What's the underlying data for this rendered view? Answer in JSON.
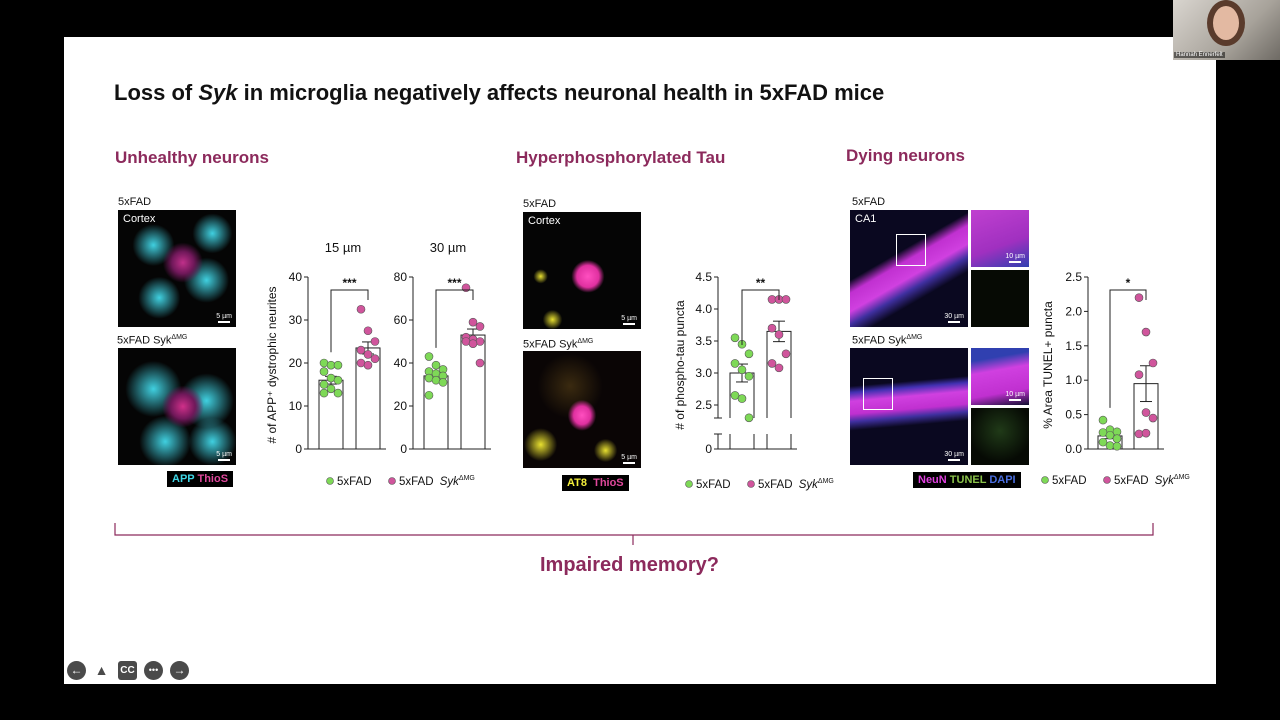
{
  "webcam": {
    "participant_name": "Hannah Ennerfelt"
  },
  "slide": {
    "title_parts": [
      "Loss of ",
      "Syk",
      " in microglia negatively affects neuronal health in 5xFAD mice"
    ],
    "sections": {
      "unhealthy": {
        "heading": "Unhealthy neurons",
        "img1_label": "5xFAD",
        "img1_region": "Cortex",
        "img1_scale": "5 µm",
        "img2_label": "5xFAD Syk",
        "img2_sup": "ΔMG",
        "img2_scale": "5 µm",
        "stain": [
          {
            "text": "APP",
            "color": "#3fd6e6"
          },
          {
            "text": "ThioS",
            "color": "#e0489c"
          }
        ]
      },
      "tau": {
        "heading": "Hyperphosphorylated Tau",
        "img1_label": "5xFAD",
        "img1_region": "Cortex",
        "img1_scale": "5 µm",
        "img2_label": "5xFAD Syk",
        "img2_sup": "ΔMG",
        "img2_scale": "5 µm",
        "stain": [
          {
            "text": "AT8",
            "color": "#f2ee3a"
          },
          {
            "text": "ThioS",
            "color": "#e0489c"
          }
        ]
      },
      "dying": {
        "heading": "Dying neurons",
        "img1_label": "5xFAD",
        "img1_region": "CA1",
        "img1_scale": "30 µm",
        "inset_scale": "10 µm",
        "img2_label": "5xFAD Syk",
        "img2_sup": "ΔMG",
        "img2_scale": "30 µm",
        "stain": [
          {
            "text": "NeuN",
            "color": "#e040e0"
          },
          {
            "text": "TUNEL",
            "color": "#8bc34a"
          },
          {
            "text": "DAPI",
            "color": "#4a6ee0"
          }
        ]
      }
    },
    "legend": {
      "group1": "5xFAD",
      "group2": "5xFAD ",
      "group2_italic": "Syk",
      "group2_sup": "ΔMG"
    },
    "conclusion": "Impaired memory?"
  },
  "colors": {
    "group1": "#7ed957",
    "group2": "#d0559c",
    "accent": "#8c2a5c"
  },
  "chart_data": [
    {
      "type": "bar",
      "title": "15 µm",
      "ylabel": "# of APP⁺ dystrophic neurites",
      "ylim": [
        0,
        40
      ],
      "yticks": [
        "0",
        "10",
        "20",
        "30",
        "40"
      ],
      "significance": "***",
      "categories": [
        "5xFAD",
        "5xFAD SykΔMG"
      ],
      "series": [
        {
          "name": "5xFAD",
          "mean": 16,
          "sem": 0.9,
          "points": [
            20,
            19.5,
            19.5,
            18,
            16.5,
            16,
            15,
            14,
            13,
            13
          ]
        },
        {
          "name": "5xFAD SykΔMG",
          "mean": 23.5,
          "sem": 1.4,
          "points": [
            32.5,
            27.5,
            25,
            23,
            22,
            21,
            20,
            19.5
          ]
        }
      ]
    },
    {
      "type": "bar",
      "title": "30 µm",
      "ylabel": "",
      "ylim": [
        0,
        80
      ],
      "yticks": [
        "0",
        "20",
        "40",
        "60",
        "80"
      ],
      "significance": "***",
      "categories": [
        "5xFAD",
        "5xFAD SykΔMG"
      ],
      "series": [
        {
          "name": "5xFAD",
          "mean": 34,
          "sem": 1.6,
          "points": [
            43,
            39,
            37,
            36,
            35,
            34,
            33,
            32,
            31,
            25
          ]
        },
        {
          "name": "5xFAD SykΔMG",
          "mean": 53,
          "sem": 2.8,
          "points": [
            75,
            59,
            57,
            52,
            51,
            50,
            50,
            49,
            40
          ]
        }
      ]
    },
    {
      "type": "bar",
      "title": "",
      "ylabel": "# of phospho-tau puncta",
      "ylim": [
        2.0,
        4.5
      ],
      "axis_break": true,
      "yticks": [
        "0",
        "2.5",
        "3.0",
        "3.5",
        "4.0",
        "4.5"
      ],
      "significance": "**",
      "categories": [
        "5xFAD",
        "5xFAD SykΔMG"
      ],
      "series": [
        {
          "name": "5xFAD",
          "mean": 3.0,
          "sem": 0.14,
          "points": [
            3.55,
            3.45,
            3.3,
            3.15,
            3.05,
            2.95,
            2.65,
            2.6,
            2.3
          ]
        },
        {
          "name": "5xFAD SykΔMG",
          "mean": 3.65,
          "sem": 0.16,
          "points": [
            4.15,
            4.15,
            4.15,
            3.7,
            3.6,
            3.3,
            3.15,
            3.08
          ]
        }
      ]
    },
    {
      "type": "bar",
      "title": "",
      "ylabel": "% Area TUNEL+ puncta",
      "ylim": [
        0,
        2.5
      ],
      "yticks": [
        "0.0",
        "0.5",
        "1.0",
        "1.5",
        "2.0",
        "2.5"
      ],
      "significance": "*",
      "categories": [
        "5xFAD",
        "5xFAD SykΔMG"
      ],
      "series": [
        {
          "name": "5xFAD",
          "mean": 0.19,
          "sem": 0.04,
          "points": [
            0.42,
            0.28,
            0.25,
            0.24,
            0.2,
            0.15,
            0.1,
            0.05,
            0.04
          ]
        },
        {
          "name": "5xFAD SykΔMG",
          "mean": 0.95,
          "sem": 0.26,
          "points": [
            2.2,
            1.7,
            1.25,
            1.08,
            0.53,
            0.45,
            0.22,
            0.23
          ]
        }
      ]
    }
  ],
  "controls": [
    {
      "name": "previous-slide-button",
      "glyph": "←"
    },
    {
      "name": "pointer-button",
      "glyph": "▲"
    },
    {
      "name": "captions-button",
      "glyph": "CC"
    },
    {
      "name": "more-options-button",
      "glyph": "•••"
    },
    {
      "name": "next-slide-button",
      "glyph": "→"
    }
  ]
}
